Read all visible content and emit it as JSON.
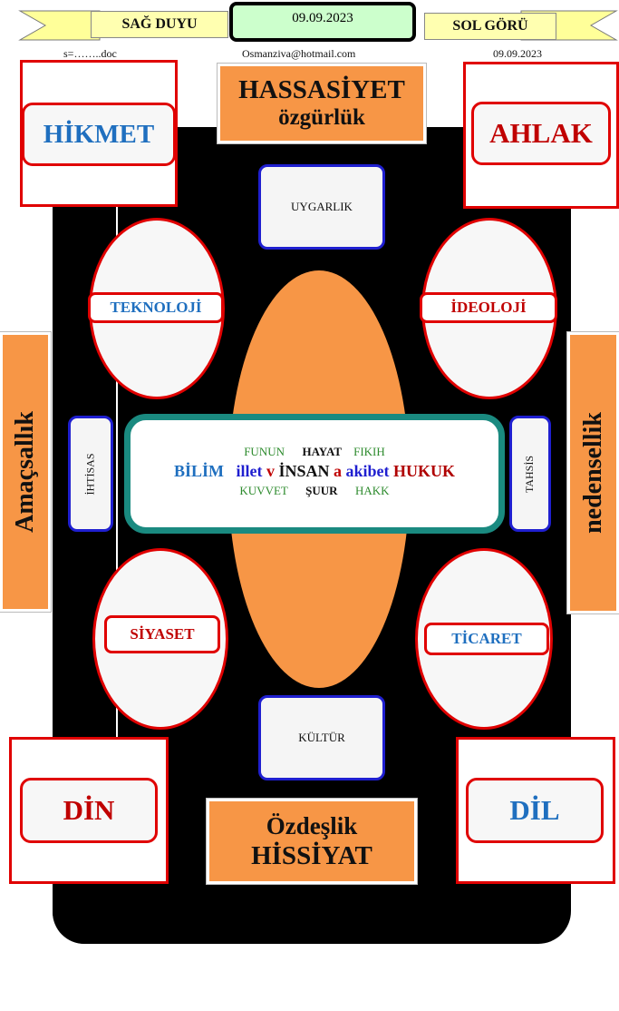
{
  "header": {
    "left_tag": "SAĞ DUYU",
    "date_center": "09.09.2023",
    "right_tag": "SOL GÖRÜ",
    "file_name": "s=……..doc",
    "email": "Osmanziva@hotmail.com",
    "date_right": "09.09.2023"
  },
  "corners": {
    "top_left": "HİKMET",
    "top_right": "AHLAK",
    "bottom_left": "DİN",
    "bottom_right": "DİL"
  },
  "top_center": {
    "line1": "HASSASİYET",
    "line2": "özgürlük"
  },
  "bottom_center": {
    "line1": "Özdeşlik",
    "line2": "HİSSİYAT"
  },
  "sides": {
    "left": "Amaçsallık",
    "right": "nedensellik"
  },
  "boxes": {
    "top": "UYGARLIK",
    "bottom": "KÜLTÜR",
    "left": "İHTİSAS",
    "right": "TAHSİS"
  },
  "ovals": {
    "top_left": "TEKNOLOJİ",
    "top_right": "İDEOLOJİ",
    "bottom_left": "SİYASET",
    "bottom_right": "TİCARET"
  },
  "center": {
    "row1": [
      "FUNUN",
      "HAYAT",
      "FIKIH"
    ],
    "row2": [
      "BİLİM",
      "illet",
      "v",
      "İNSAN",
      "a",
      "akibet",
      "HUKUK"
    ],
    "row3": [
      "KUVVET",
      "ŞUUR",
      "HAKK"
    ]
  },
  "colors": {
    "red": "#e00000",
    "blue_text": "#1f6fbf",
    "orange": "#f79646",
    "teal": "#1a8a80",
    "green_text": "#2e8b2e",
    "dark_red": "#b00000",
    "navy": "#1f1fd0"
  }
}
